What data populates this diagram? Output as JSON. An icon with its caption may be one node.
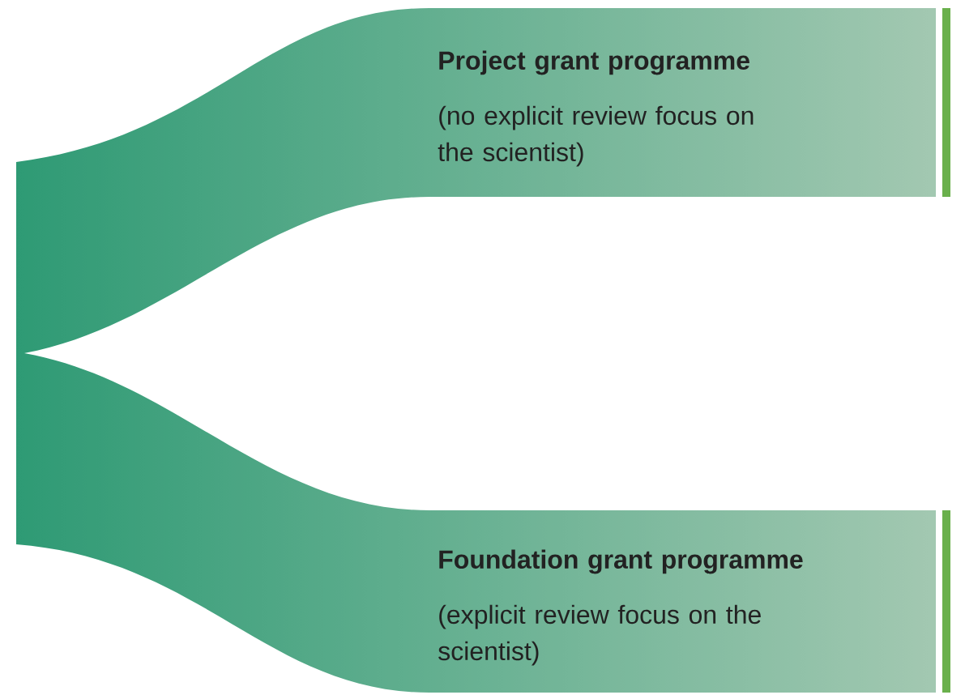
{
  "diagram": {
    "nodes": [
      {
        "text": [
          "Project grant programme",
          "(no explicit review focus on the scientist)"
        ]
      },
      {
        "text": [
          "Foundation grant programme",
          "(explicit review focus on the scientist)"
        ]
      }
    ]
  }
}
